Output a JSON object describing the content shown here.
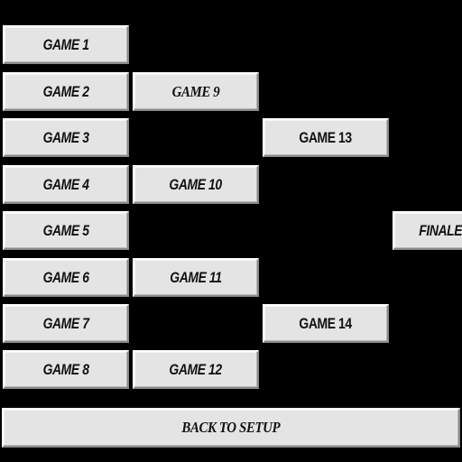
{
  "bracket": {
    "round1": [
      "GAME 1",
      "GAME 2",
      "GAME 3",
      "GAME 4",
      "GAME 5",
      "GAME 6",
      "GAME 7",
      "GAME 8"
    ],
    "round2": [
      "GAME 9",
      "GAME 10",
      "GAME 11",
      "GAME 12"
    ],
    "round3": [
      "GAME 13",
      "GAME 14"
    ],
    "final": "FINALE"
  },
  "footer": {
    "back_label": "BACK TO SETUP"
  },
  "colors": {
    "background": "#000000",
    "button_face": "#e4e4e4",
    "button_text": "#111111"
  }
}
